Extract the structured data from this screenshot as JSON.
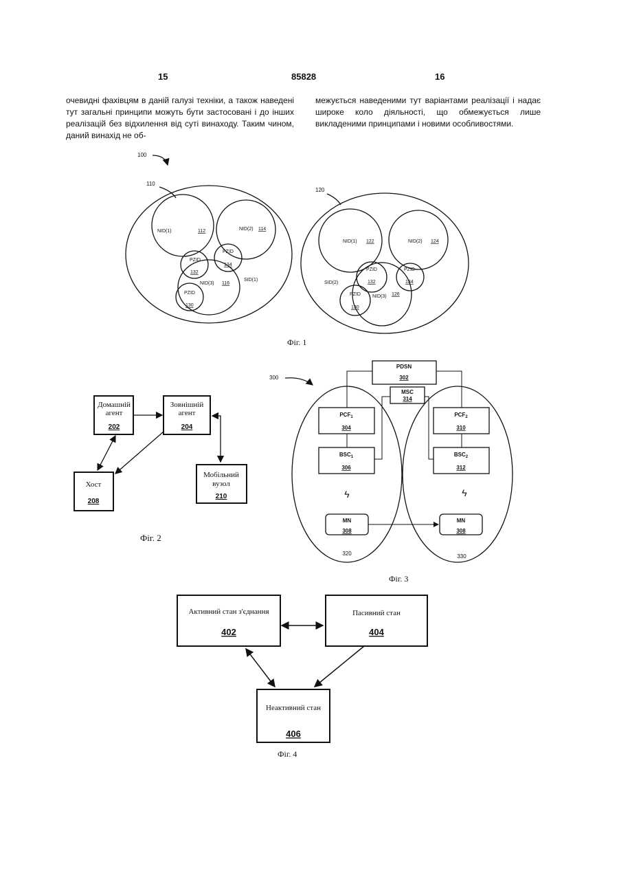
{
  "header": {
    "left_page": "15",
    "patent_number": "85828",
    "right_page": "16"
  },
  "text": {
    "left_column": "очевидні фахівцям в даній галузі техніки, а також наведені тут загальні принципи можуть бути застосовані і до інших реалізацій без відхилення від суті винаходу. Таким чином, даний винахід не об-",
    "right_column": "межується наведеними тут варіантами реалізації і надає широке коло діяльності, що обмежується лише викладеними принципами і новими особливостями."
  },
  "fig1": {
    "caption": "Фіг. 1",
    "ref_main": "100",
    "ref_left": "110",
    "ref_right": "120",
    "left": {
      "nid1": "NID(1)",
      "nid1_ref": "112",
      "nid2": "NID(2)",
      "nid2_ref": "114",
      "nid3": "NID(3)",
      "nid3_ref": "116",
      "sid": "SID(1)",
      "pzid": "PZID",
      "pzid_a_ref": "134",
      "pzid_b_ref": "132",
      "pzid_c_ref": "130"
    },
    "right": {
      "nid1": "NID(1)",
      "nid1_ref": "122",
      "nid2": "NID(2)",
      "nid2_ref": "124",
      "nid3": "NID(3)",
      "nid3_ref": "126",
      "sid": "SID(2)",
      "pzid": "PZID",
      "pzid_a_ref": "132",
      "pzid_b_ref": "134",
      "pzid_c_ref": "130"
    }
  },
  "fig2": {
    "caption": "Фіг. 2",
    "home_agent_l1": "Домашній",
    "home_agent_l2": "агент",
    "home_agent_ref": "202",
    "foreign_agent_l1": "Зовнішній",
    "foreign_agent_l2": "агент",
    "foreign_agent_ref": "204",
    "host": "Хост",
    "host_ref": "208",
    "mobile_l1": "Мобільний",
    "mobile_l2": "вузол",
    "mobile_ref": "210"
  },
  "fig3": {
    "caption": "Фіг. 3",
    "ref_main": "300",
    "pdsn": "PDSN",
    "pdsn_ref": "302",
    "msc": "MSC",
    "msc_ref": "314",
    "pcf1": "PCF",
    "pcf1_sub": "1",
    "pcf1_ref": "304",
    "bsc1": "BSC",
    "bsc1_sub": "1",
    "bsc1_ref": "306",
    "pcf2": "PCF",
    "pcf2_sub": "2",
    "pcf2_ref": "310",
    "bsc2": "BSC",
    "bsc2_sub": "2",
    "bsc2_ref": "312",
    "mn_left": "MN",
    "mn_left_ref": "308",
    "mn_right": "MN",
    "mn_right_ref": "308",
    "area_left_ref": "320",
    "area_right_ref": "330",
    "lightning": "ϟ"
  },
  "fig4": {
    "caption": "Фіг. 4",
    "active": "Активний стан з'єднання",
    "active_ref": "402",
    "passive": "Пасивний стан",
    "passive_ref": "404",
    "inactive": "Неактивний стан",
    "inactive_ref": "406"
  }
}
